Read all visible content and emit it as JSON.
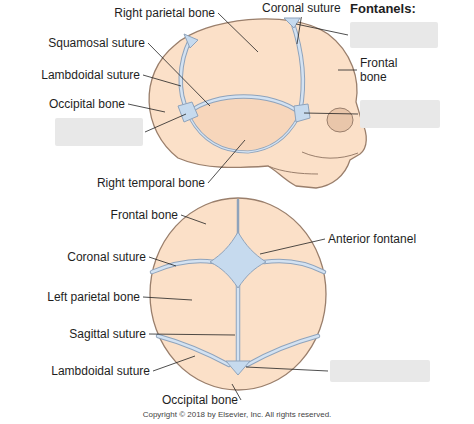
{
  "diagram": {
    "labels": [
      "Right parietal bone",
      "Coronal suture",
      "Fontanels:",
      "Squamosal suture",
      "Frontal bone",
      "Lambdoidal suture",
      "Occipital bone",
      "Right temporal bone",
      "Frontal bone",
      "Coronal suture",
      "Anterior fontanel",
      "Left parietal bone",
      "Sagittal suture",
      "Lambdoidal suture",
      "Occipital bone",
      "Copyright © 2018 by Elsevier, Inc. All rights reserved."
    ]
  }
}
